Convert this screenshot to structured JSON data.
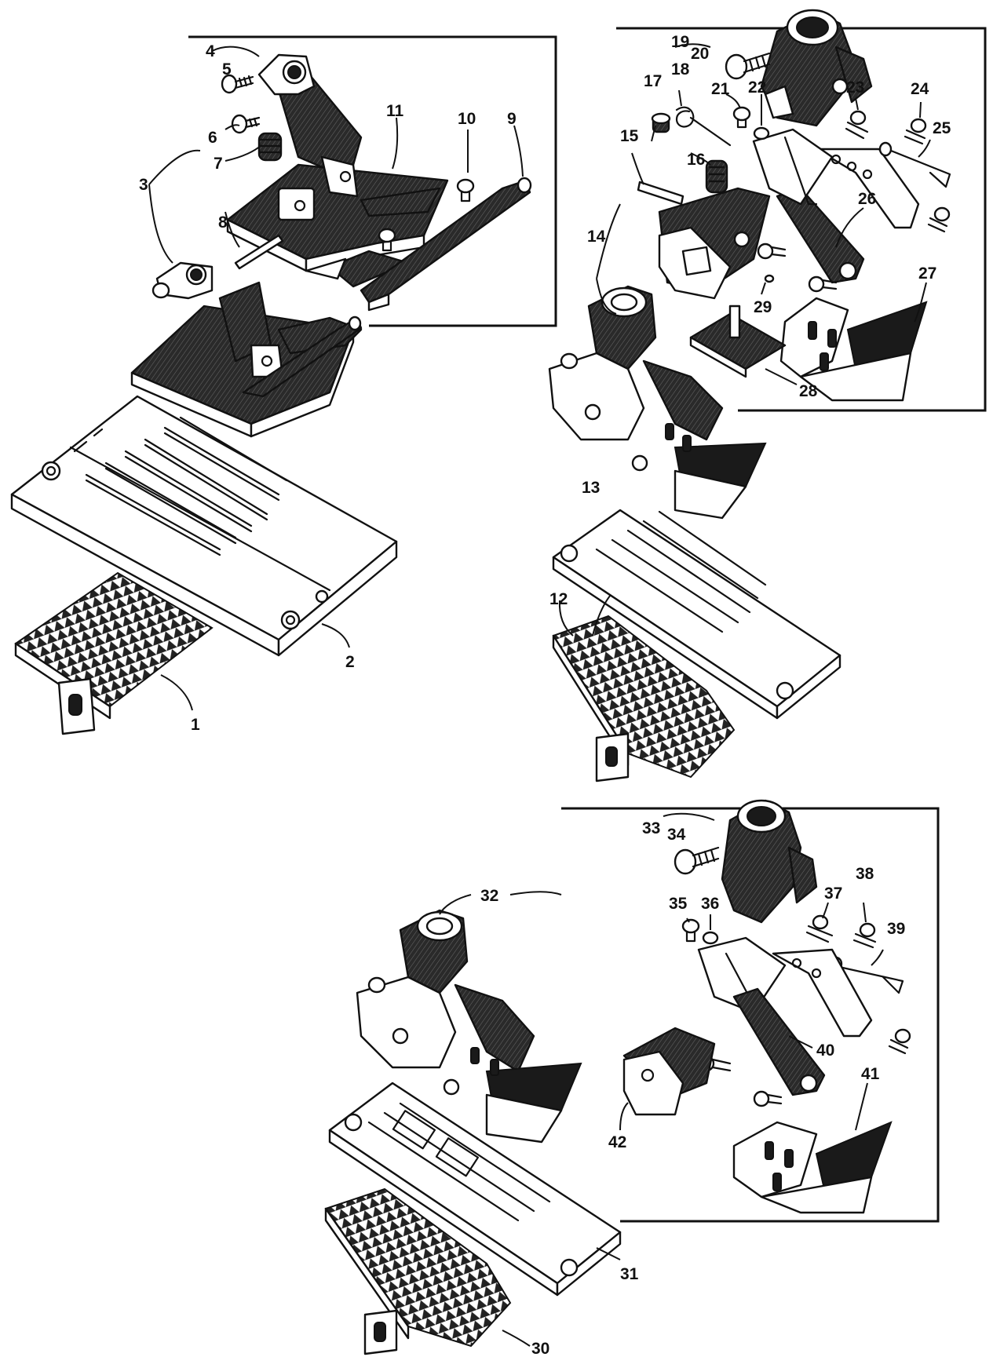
{
  "diagram": {
    "labels": [
      {
        "id": "p1",
        "text": "1"
      },
      {
        "id": "p2",
        "text": "2"
      },
      {
        "id": "p3",
        "text": "3"
      },
      {
        "id": "p4",
        "text": "4"
      },
      {
        "id": "p5",
        "text": "5"
      },
      {
        "id": "p6",
        "text": "6"
      },
      {
        "id": "p7",
        "text": "7"
      },
      {
        "id": "p8",
        "text": "8"
      },
      {
        "id": "p9",
        "text": "9"
      },
      {
        "id": "p10",
        "text": "10"
      },
      {
        "id": "p11",
        "text": "11"
      },
      {
        "id": "p12",
        "text": "12"
      },
      {
        "id": "p13",
        "text": "13"
      },
      {
        "id": "p14",
        "text": "14"
      },
      {
        "id": "p15",
        "text": "15"
      },
      {
        "id": "p16",
        "text": "16"
      },
      {
        "id": "p17",
        "text": "17"
      },
      {
        "id": "p18",
        "text": "18"
      },
      {
        "id": "p19",
        "text": "19"
      },
      {
        "id": "p20",
        "text": "20"
      },
      {
        "id": "p21",
        "text": "21"
      },
      {
        "id": "p22",
        "text": "22"
      },
      {
        "id": "p23",
        "text": "23"
      },
      {
        "id": "p24",
        "text": "24"
      },
      {
        "id": "p25",
        "text": "25"
      },
      {
        "id": "p26",
        "text": "26"
      },
      {
        "id": "p27",
        "text": "27"
      },
      {
        "id": "p28",
        "text": "28"
      },
      {
        "id": "p29",
        "text": "29"
      },
      {
        "id": "p30",
        "text": "30"
      },
      {
        "id": "p31",
        "text": "31"
      },
      {
        "id": "p32",
        "text": "32"
      },
      {
        "id": "p33",
        "text": "33"
      },
      {
        "id": "p34",
        "text": "34"
      },
      {
        "id": "p35",
        "text": "35"
      },
      {
        "id": "p36",
        "text": "36"
      },
      {
        "id": "p37",
        "text": "37"
      },
      {
        "id": "p38",
        "text": "38"
      },
      {
        "id": "p39",
        "text": "39"
      },
      {
        "id": "p40",
        "text": "40"
      },
      {
        "id": "p41",
        "text": "41"
      },
      {
        "id": "p42",
        "text": "42"
      }
    ]
  }
}
